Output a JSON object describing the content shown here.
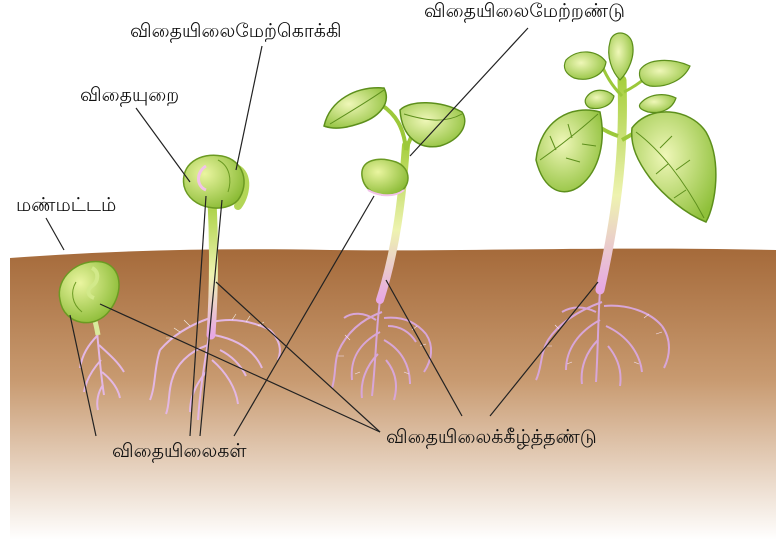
{
  "labels": {
    "epicotyl": "விதையிலைமேற்றண்டு",
    "hypocotyl_hook": "விதையிலைமேற்கொக்கி",
    "seed_coat": "விதையுறை",
    "soil_line": "மண்மட்டம்",
    "cotyledons": "விதையிலைகள்",
    "hypocotyl": "விதையிலைக்கீழ்த்தண்டு"
  },
  "colors": {
    "soil_top": "#a56a3a",
    "soil_bottom": "#ffffff",
    "leaf": "#a8cf48",
    "leaf_light": "#e6f2a8",
    "root": "#e3b3e3",
    "stem": "#d9ea9c"
  }
}
